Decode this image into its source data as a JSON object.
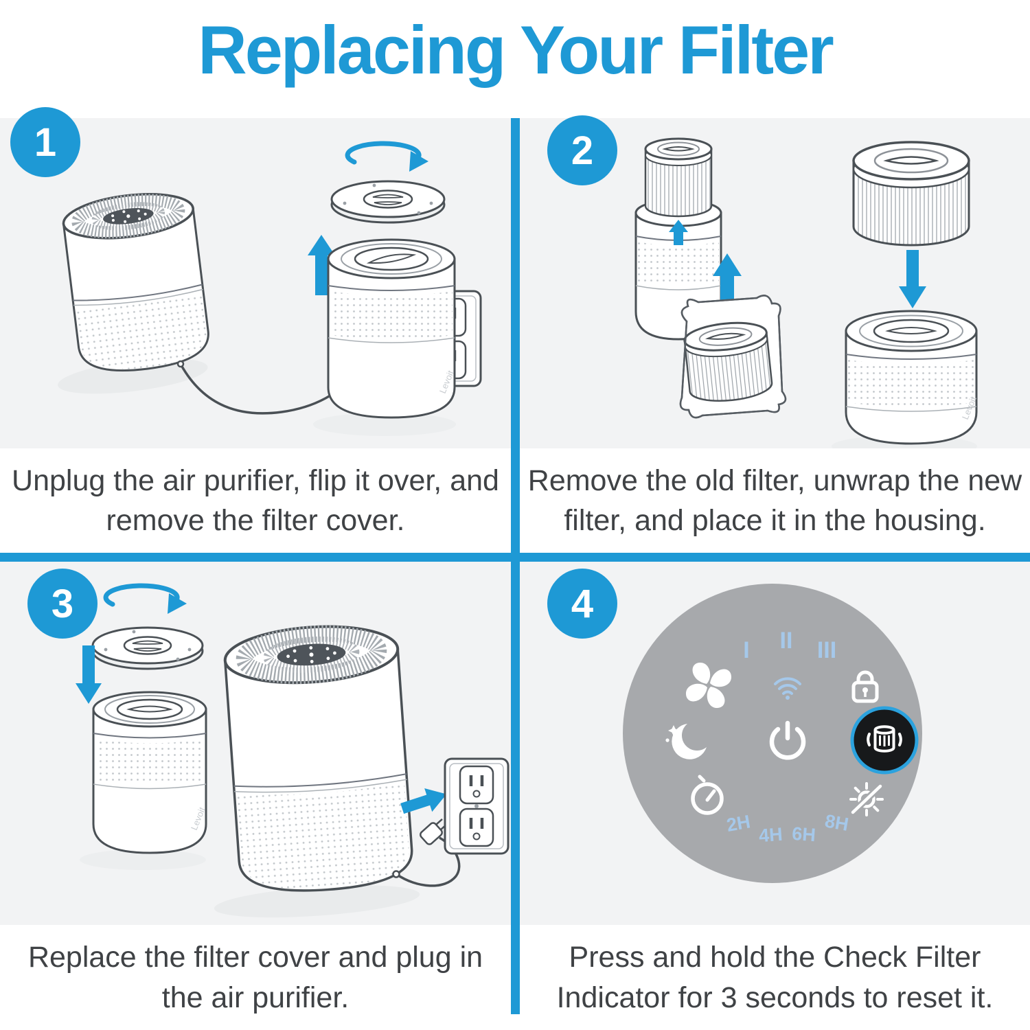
{
  "title": "Replacing Your Filter",
  "brand_mark": "Levoit",
  "colors": {
    "accent_blue": "#1e99d5",
    "panel_gray": "#a7a9ac",
    "panel_label_blue": "#a5c8ea",
    "caption_text": "#3f4245",
    "illustration_background": "#f2f3f4",
    "check_filter_button_bg": "#17191b"
  },
  "steps": [
    {
      "number": "1",
      "caption": "Unplug the air purifier, flip it over, and\nremove the filter cover."
    },
    {
      "number": "2",
      "caption": "Remove the old filter, unwrap the new\nfilter, and place it in the housing."
    },
    {
      "number": "3",
      "caption": "Replace the filter cover and plug in\nthe air purifier."
    },
    {
      "number": "4",
      "caption": "Press and hold the Check Filter\nIndicator for 3 seconds to reset it."
    }
  ],
  "control_panel": {
    "fan_speed_labels": [
      "I",
      "II",
      "III"
    ],
    "timer_labels": [
      "2H",
      "4H",
      "6H",
      "8H"
    ],
    "icons": [
      "fan-icon",
      "wifi-icon",
      "lock-icon",
      "sleep-mode-icon",
      "power-icon",
      "check-filter-icon",
      "timer-icon",
      "display-light-icon"
    ]
  }
}
